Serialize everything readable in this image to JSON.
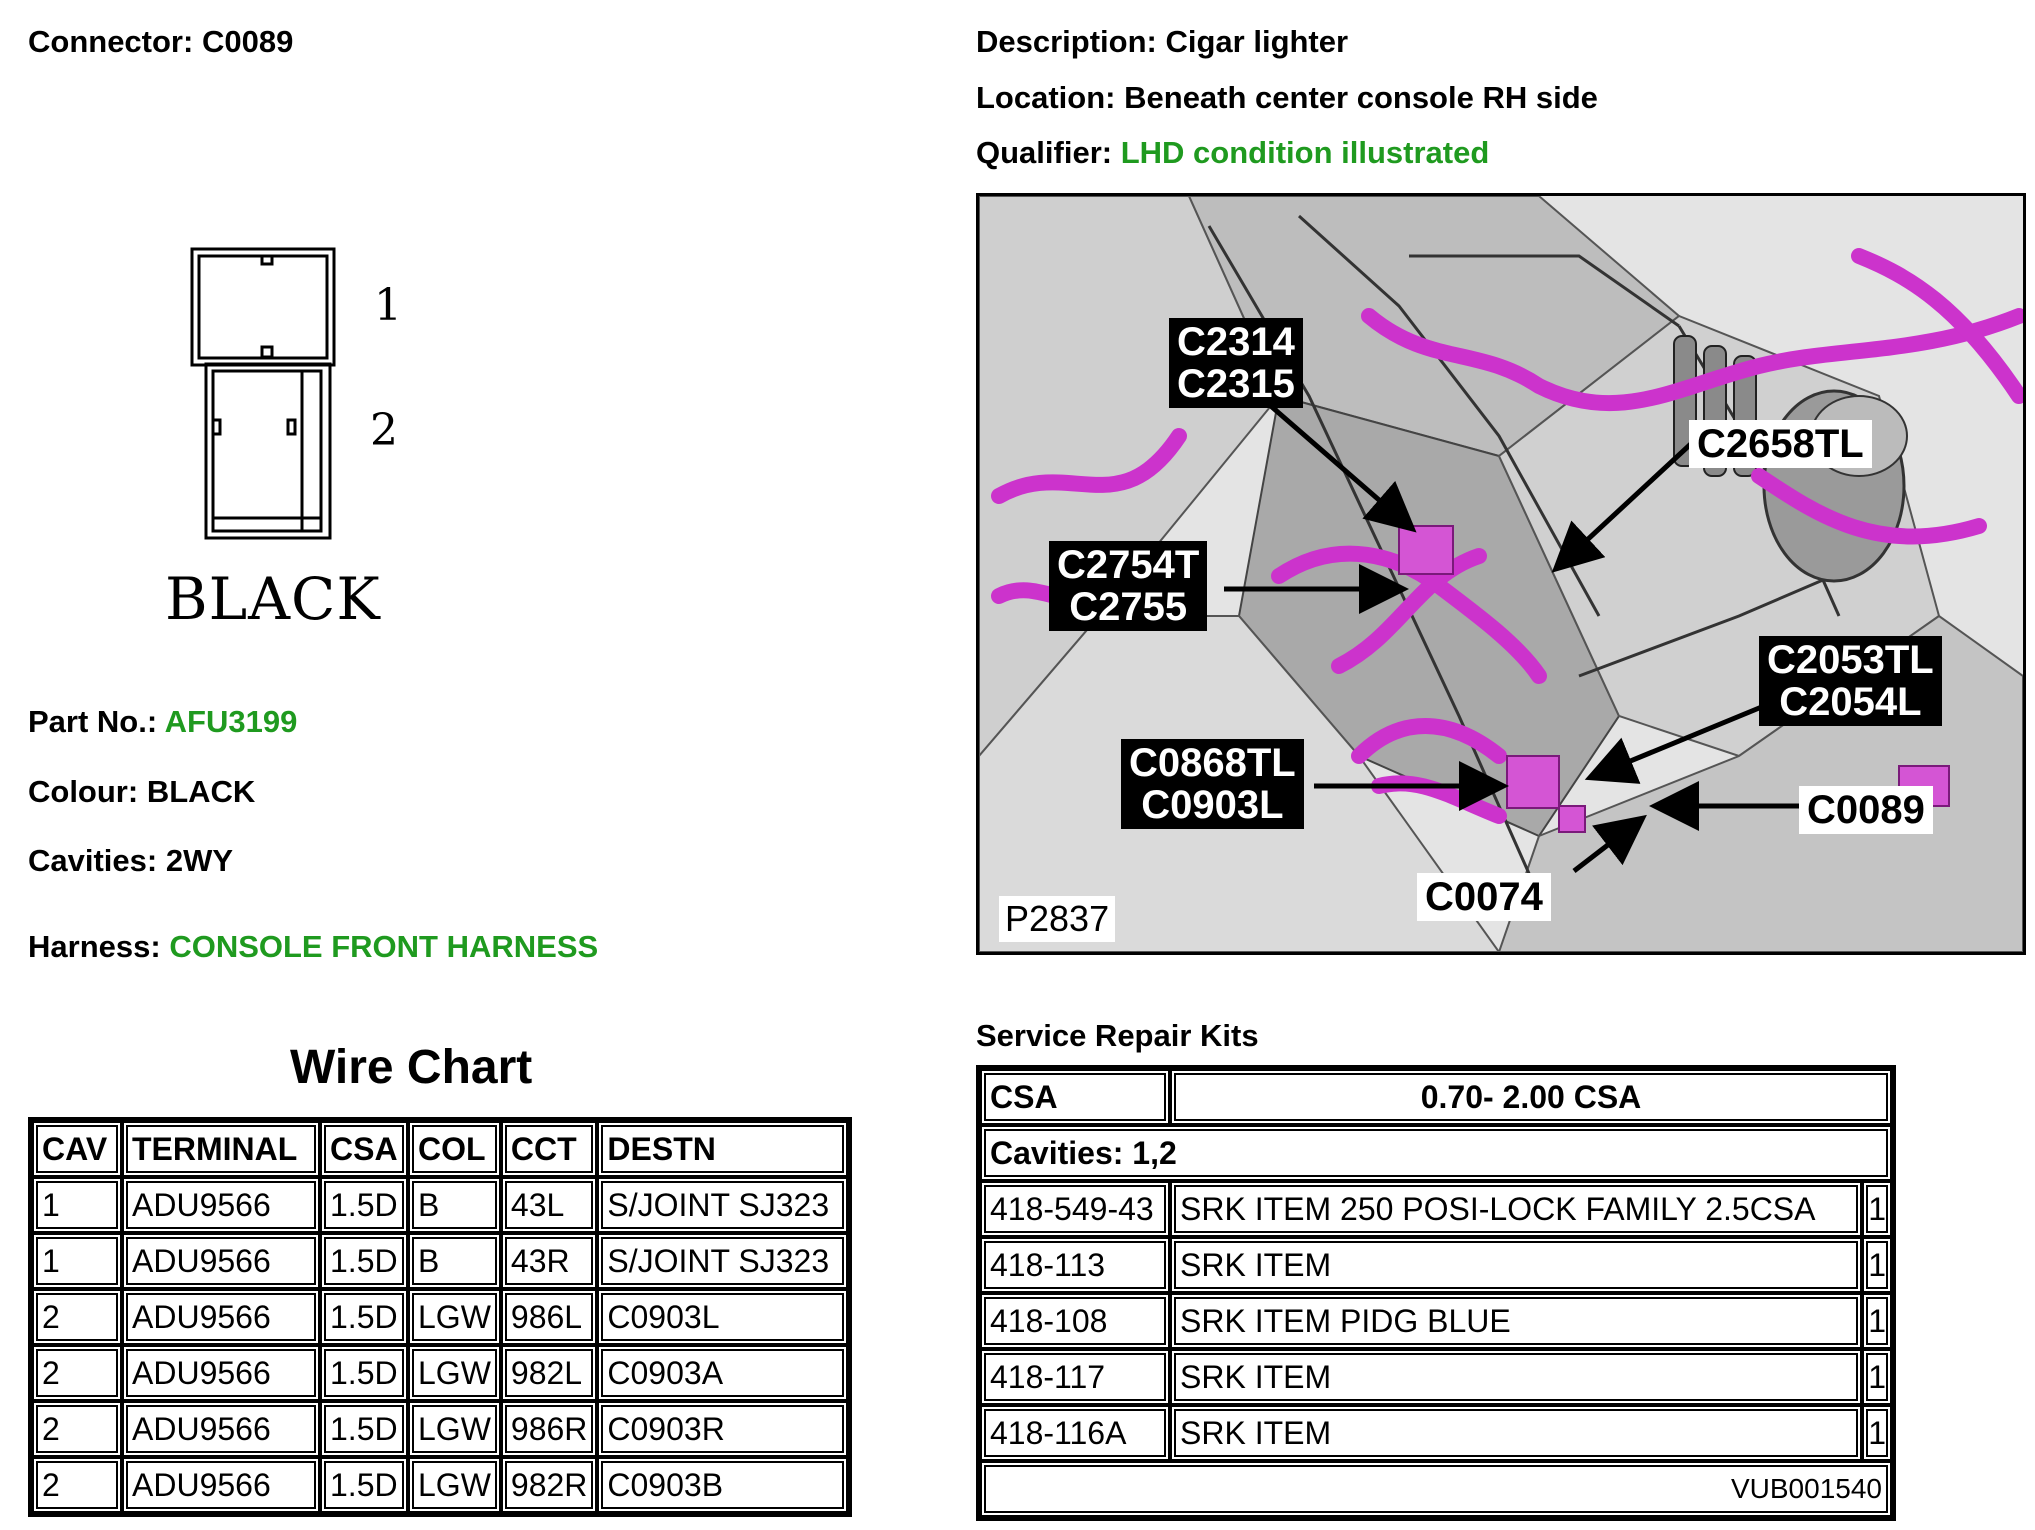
{
  "connector": {
    "label": "Connector:",
    "value": "C0089"
  },
  "description": {
    "label": "Description:",
    "value": "Cigar lighter"
  },
  "location": {
    "label": "Location:",
    "value": "Beneath center console RH side"
  },
  "qualifier": {
    "label": "Qualifier:",
    "value": "LHD condition illustrated"
  },
  "drawing": {
    "pin1": "1",
    "pin2": "2",
    "colour_text": "BLACK"
  },
  "part_no": {
    "label": "Part No.:",
    "value": "AFU3199"
  },
  "colour": {
    "label": "Colour:",
    "value": "BLACK"
  },
  "cavities": {
    "label": "Cavities:",
    "value": "2WY"
  },
  "harness": {
    "label": "Harness:",
    "value": "CONSOLE FRONT HARNESS"
  },
  "wire_chart": {
    "title": "Wire Chart",
    "headers": [
      "CAV",
      "TERMINAL",
      "CSA",
      "COL",
      "CCT",
      "DESTN"
    ],
    "rows": [
      [
        "1",
        "ADU9566",
        "1.5D",
        "B",
        "43L",
        "S/JOINT SJ323"
      ],
      [
        "1",
        "ADU9566",
        "1.5D",
        "B",
        "43R",
        "S/JOINT SJ323"
      ],
      [
        "2",
        "ADU9566",
        "1.5D",
        "LGW",
        "986L",
        "C0903L"
      ],
      [
        "2",
        "ADU9566",
        "1.5D",
        "LGW",
        "982L",
        "C0903A"
      ],
      [
        "2",
        "ADU9566",
        "1.5D",
        "LGW",
        "986R",
        "C0903R"
      ],
      [
        "2",
        "ADU9566",
        "1.5D",
        "LGW",
        "982R",
        "C0903B"
      ]
    ]
  },
  "photo": {
    "callouts": {
      "c2314": "C2314",
      "c2315": "C2315",
      "c2658": "C2658TL",
      "c2754": "C2754T",
      "c2755": "C2755",
      "c2053": "C2053TL",
      "c2054": "C2054L",
      "c0868": "C0868TL",
      "c0903": "C0903L",
      "c0089": "C0089",
      "c0074": "C0074"
    },
    "code": "P2837",
    "harness_color": "#cc33cc"
  },
  "kits": {
    "title": "Service Repair Kits",
    "csa_label": "CSA",
    "csa_value": "0.70- 2.00 CSA",
    "cavities": "Cavities: 1,2",
    "rows": [
      [
        "418-549-43",
        "SRK ITEM 250 POSI-LOCK FAMILY 2.5CSA",
        "1"
      ],
      [
        "418-113",
        "SRK ITEM",
        "1"
      ],
      [
        "418-108",
        "SRK ITEM PIDG BLUE",
        "1"
      ],
      [
        "418-117",
        "SRK ITEM",
        "1"
      ],
      [
        "418-116A",
        "SRK ITEM",
        "1"
      ]
    ],
    "footer": "VUB001540"
  }
}
